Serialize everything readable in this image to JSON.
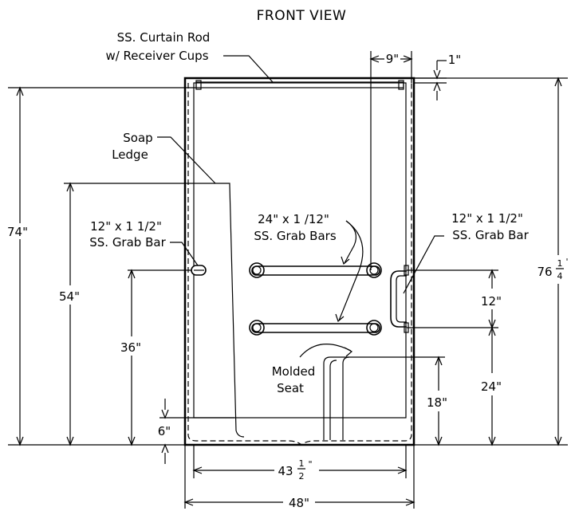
{
  "title": "FRONT VIEW",
  "labels": {
    "curtain_rod_1": "SS. Curtain Rod",
    "curtain_rod_2": "w/ Receiver Cups",
    "soap_1": "Soap",
    "soap_2": "Ledge",
    "grab_left_1": "12\" x 1 1/2\"",
    "grab_left_2": "SS. Grab Bar",
    "grab_mid_1": "24\" x 1 /12\"",
    "grab_mid_2": "SS. Grab Bars",
    "grab_right_1": "12\" x 1 1/2\"",
    "grab_right_2": "SS. Grab Bar",
    "seat_1": "Molded",
    "seat_2": "Seat"
  },
  "dimensions": {
    "d74": "74\"",
    "d54": "54\"",
    "d36": "36\"",
    "d6": "6\"",
    "d9": "9\"",
    "d1": "1\"",
    "d12": "12\"",
    "d24": "24\"",
    "d18": "18\"",
    "d76_whole": "76",
    "d76_num": "1",
    "d76_den": "4",
    "d76_mark": "'",
    "d43_whole": "43",
    "d43_num": "1",
    "d43_den": "2",
    "d43_mark": "\"",
    "d48": "48\""
  }
}
